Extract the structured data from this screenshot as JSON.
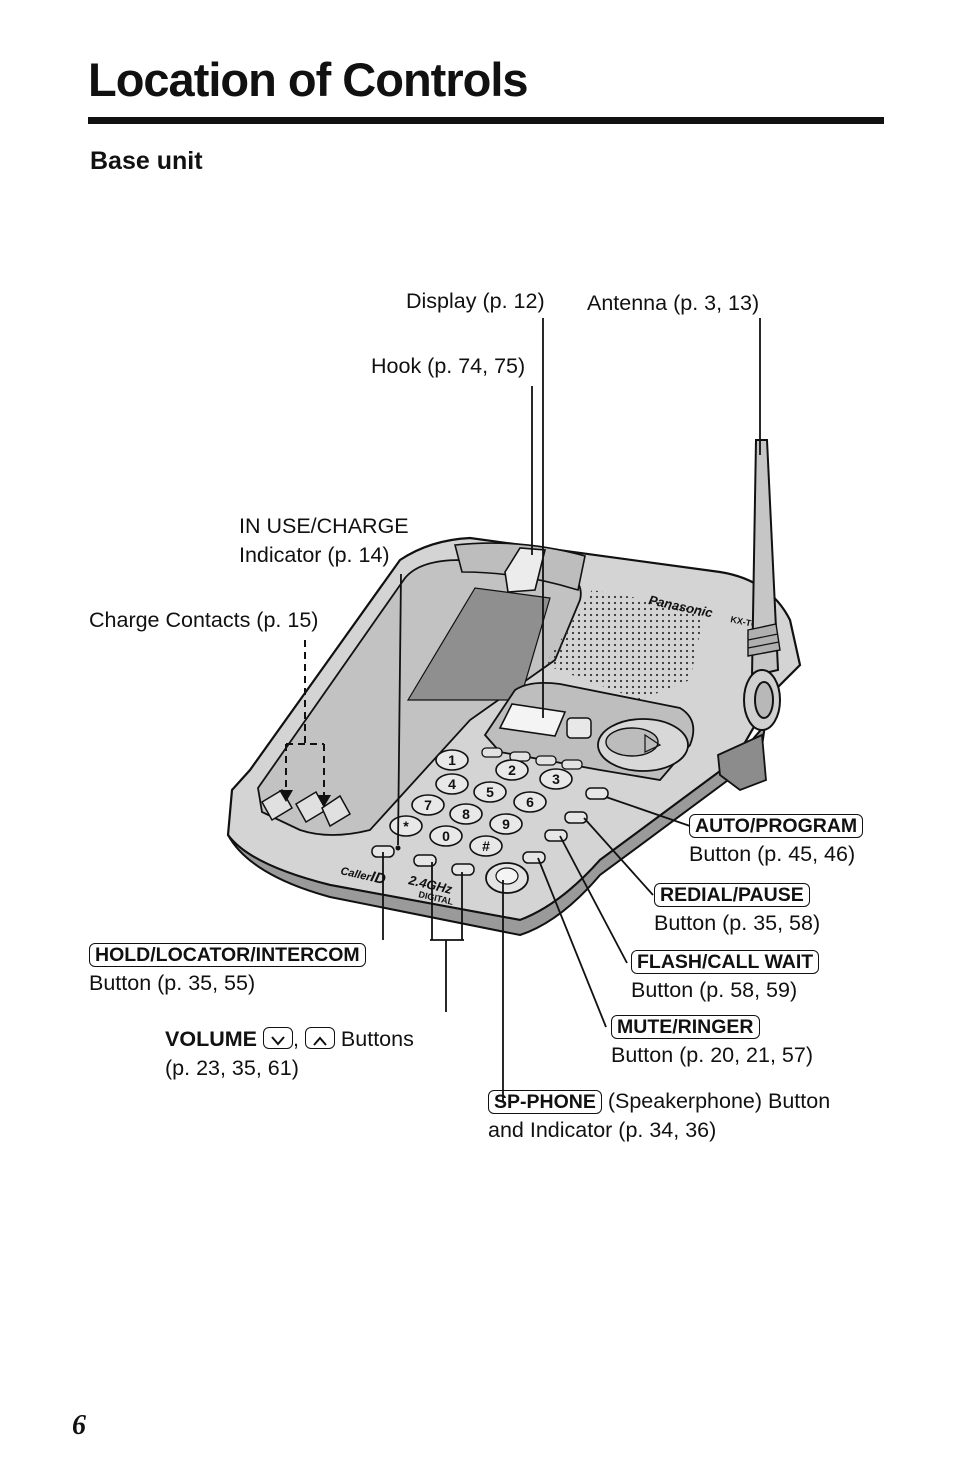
{
  "page": {
    "title": "Location of Controls",
    "subtitle": "Base unit",
    "page_number": "6"
  },
  "device_text": {
    "brand": "Panasonic",
    "model": "KX-TG",
    "band": "2.4GHz",
    "digital": "DIGITAL",
    "caller": "Caller",
    "id": "ID",
    "keys": [
      "1",
      "2",
      "3",
      "4",
      "5",
      "6",
      "7",
      "8",
      "9",
      "*",
      "0",
      "#"
    ]
  },
  "labels": {
    "display": "Display (p. 12)",
    "antenna": "Antenna (p. 3, 13)",
    "hook": "Hook (p. 74, 75)",
    "in_use_line1": "IN USE/CHARGE",
    "in_use_line2": "Indicator (p. 14)",
    "charge_contacts": "Charge Contacts (p. 15)",
    "auto_program_key": "AUTO/PROGRAM",
    "auto_program_desc": "Button (p. 45, 46)",
    "redial_key": "REDIAL/PAUSE",
    "redial_desc": "Button (p. 35, 58)",
    "hold_key": "HOLD/LOCATOR/INTERCOM",
    "hold_desc": "Button (p. 35, 55)",
    "flash_key": "FLASH/CALL WAIT",
    "flash_desc": "Button (p. 58, 59)",
    "volume_word": "VOLUME",
    "volume_comma": ",",
    "volume_buttons": "Buttons",
    "volume_pages": "(p. 23, 35, 61)",
    "mute_key": "MUTE/RINGER",
    "mute_desc": "Button (p. 20, 21, 57)",
    "sp_key": "SP-PHONE",
    "sp_desc1": "(Speakerphone) Button",
    "sp_desc2": "and Indicator (p. 34, 36)"
  },
  "icons": {
    "volume_down": "chevron-down-icon",
    "volume_up": "chevron-up-icon"
  }
}
